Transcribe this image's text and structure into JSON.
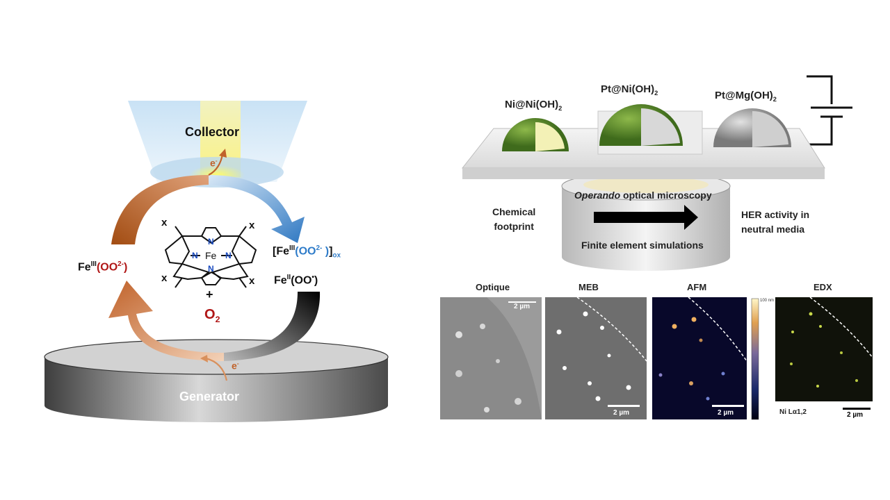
{
  "left": {
    "collector": "Collector",
    "generator": "Generator",
    "electron": "e",
    "electron_charge": "-",
    "substituent": "x",
    "n_atom": "N",
    "fe_atom": "Fe",
    "plus": "+",
    "o2_base": "O",
    "o2_sub": "2",
    "fe3_base": "Fe",
    "fe3_ox": "III",
    "fe3_ligand_open": "(OO",
    "fe3_ligand_charge": "2-",
    "fe3_ligand_close": ")",
    "ox_open": "[",
    "ox_ligand_open": "(OO",
    "ox_ligand_charge": "2-",
    "ox_ligand_close": " )",
    "ox_close": "]",
    "ox_sub": "ox",
    "fe2_base": "Fe",
    "fe2_ox": "II",
    "fe2_ligand_open": "(OO",
    "fe2_ligand_radical": "•",
    "fe2_ligand_close": ")"
  },
  "right": {
    "particles": [
      {
        "base": "Ni@Ni(OH)",
        "sub": "2"
      },
      {
        "base": "Pt@Ni(OH)",
        "sub": "2"
      },
      {
        "base": "Pt@Mg(OH)",
        "sub": "2"
      }
    ],
    "operando_italic": "Operando",
    "operando_rest": "optical microscopy",
    "left_caption": [
      "Chemical",
      "footprint"
    ],
    "right_caption": [
      "HER activity in",
      "neutral media"
    ],
    "fem_label": "Finite element simulations"
  },
  "micrographs": [
    {
      "title": "Optique",
      "scale": "2 µm"
    },
    {
      "title": "MEB",
      "scale": "2 µm"
    },
    {
      "title": "AFM",
      "scale": "2 µm",
      "colorbar_max": "100 nm"
    },
    {
      "title": "EDX",
      "scale": "2 µm",
      "element": "Ni Lα1,2"
    }
  ]
}
